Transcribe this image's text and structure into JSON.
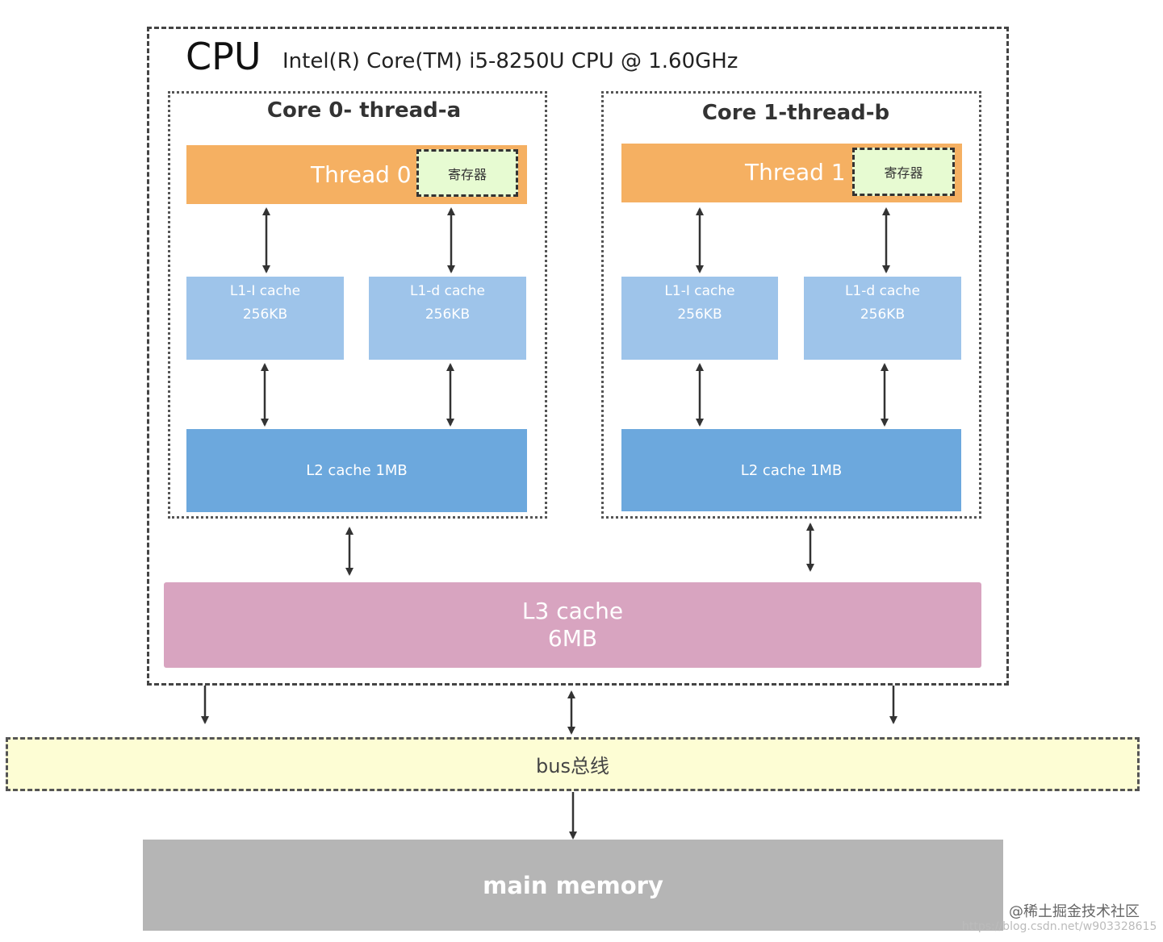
{
  "cpu": {
    "title": "CPU",
    "model": "Intel(R) Core(TM) i5-8250U CPU @ 1.60GHz"
  },
  "cores": [
    {
      "title": "Core 0- thread-a",
      "thread": "Thread 0",
      "register": "寄存器",
      "l1i": {
        "name": "L1-I cache",
        "size": "256KB"
      },
      "l1d": {
        "name": "L1-d cache",
        "size": "256KB"
      },
      "l2": "L2 cache 1MB"
    },
    {
      "title": "Core 1-thread-b",
      "thread": "Thread 1",
      "register": "寄存器",
      "l1i": {
        "name": "L1-I cache",
        "size": "256KB"
      },
      "l1d": {
        "name": "L1-d cache",
        "size": "256KB"
      },
      "l2": "L2 cache 1MB"
    }
  ],
  "l3": {
    "name": "L3 cache",
    "size": "6MB"
  },
  "bus": "bus总线",
  "memory": "main memory",
  "watermark": {
    "credit": "@稀土掘金技术社区",
    "url": "https://blog.csdn.net/w903328615"
  },
  "colors": {
    "thread": "#f5b062",
    "register": "#e7fbd2",
    "l1": "#9ec4ea",
    "l2": "#6ca8dd",
    "l3": "#d8a4c0",
    "bus": "#fdfdd4",
    "memory": "#b5b5b5"
  }
}
